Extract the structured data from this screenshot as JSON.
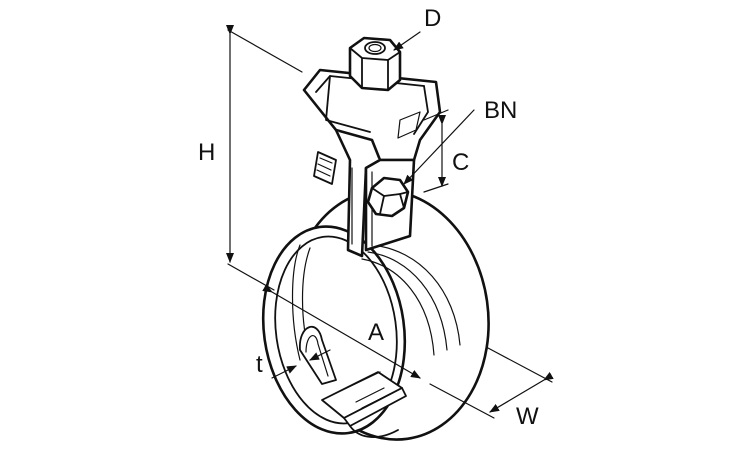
{
  "labels": {
    "D": "D",
    "BN": "BN",
    "H": "H",
    "C": "C",
    "A": "A",
    "t": "t",
    "W": "W"
  },
  "colors": {
    "line": "#111111",
    "background": "#ffffff"
  }
}
